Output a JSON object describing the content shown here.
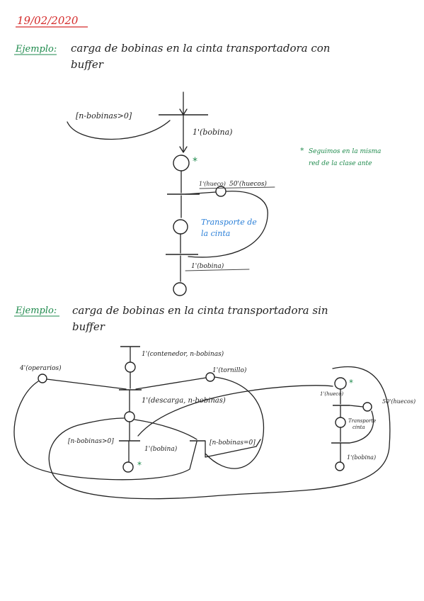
{
  "date": "19/02/2020",
  "colors": {
    "date": "#d42a2a",
    "example": "#1e8a4c",
    "note": "#1e8a4c",
    "blue": "#2a7fd8",
    "ink": "#222222"
  },
  "example1": {
    "label": "Ejemplo:",
    "title_line1": "carga de bobinas en la cinta transportadora con",
    "title_line2": "buffer",
    "guard": "[n-bobinas>0]",
    "arc_top": "1'(bobina)",
    "star": "*",
    "hueco": "1'(hueco)",
    "huecos": "50'(huecos)",
    "transporte_line1": "Transporte de",
    "transporte_line2": "la cinta",
    "arc_bottom": "1'(bobina)"
  },
  "note": {
    "star": "*",
    "line1": "Seguimos en la misma",
    "line2": "red de la clase ante"
  },
  "example2": {
    "label": "Ejemplo:",
    "title_line1": "carga de bobinas en la cinta transportadora sin",
    "title_line2": "buffer",
    "contenedor": "1'(contenedor, n-bobinas)",
    "operarios": "4'(operarios)",
    "tornillo": "1'(tornillo)",
    "descarga": "1'(descarga, n-bobinas)",
    "guard_left": "[n-bobinas>0]",
    "guard_right": "[n-bobinas=0]",
    "bobina": "1'(bobina)",
    "star": "*",
    "hueco": "1'(hueco)",
    "huecos": "50'(huecos)",
    "transporte_line1": "Transporte",
    "transporte_line2": "cinta",
    "bobina_right": "1'(bobina)",
    "star_right": "*"
  }
}
